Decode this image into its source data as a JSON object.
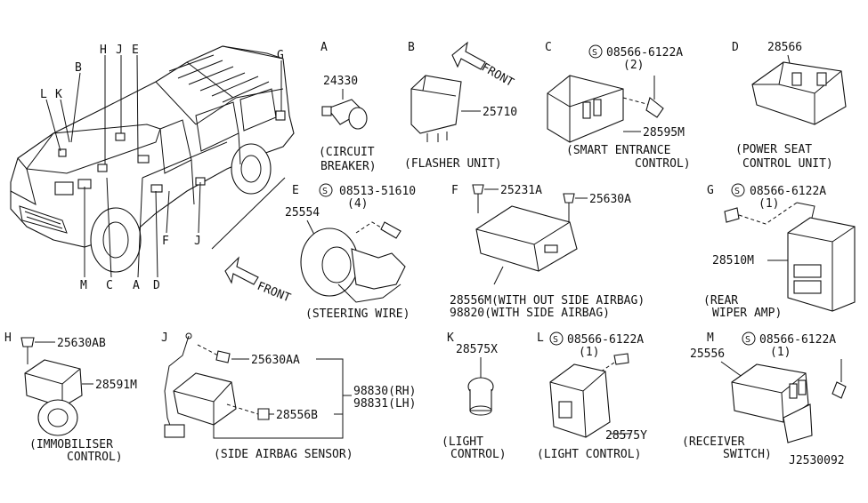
{
  "vehicle_letters": [
    "L",
    "K",
    "B",
    "H",
    "J",
    "E",
    "G",
    "M",
    "C",
    "A",
    "D",
    "F",
    "J"
  ],
  "sections": {
    "A": {
      "letter": "A",
      "part": "24330",
      "caption": [
        "(CIRCUIT",
        "BREAKER)"
      ]
    },
    "B": {
      "letter": "B",
      "part": "25710",
      "front": "FRONT",
      "caption": [
        "(FLASHER UNIT)"
      ]
    },
    "C": {
      "letter": "C",
      "screw": "08566-6122A",
      "qty": "(2)",
      "part": "28595M",
      "caption": [
        "(SMART ENTRANCE",
        "CONTROL)"
      ]
    },
    "D": {
      "letter": "D",
      "part": "28566",
      "caption": [
        "(POWER SEAT",
        "CONTROL UNIT)"
      ]
    },
    "E": {
      "letter": "E",
      "screw": "08513-51610",
      "qty": "(4)",
      "part": "25554",
      "front": "FRONT",
      "caption": [
        "(STEERING WIRE)"
      ]
    },
    "F": {
      "letter": "F",
      "part1": "25231A",
      "part2": "25630A",
      "line1": "28556M(WITH OUT SIDE AIRBAG)",
      "line2": "98820(WITH SIDE AIRBAG)"
    },
    "G": {
      "letter": "G",
      "screw": "08566-6122A",
      "qty": "(1)",
      "part": "28510M",
      "caption": [
        "(REAR",
        "WIPER AMP)"
      ]
    },
    "H": {
      "letter": "H",
      "part1": "25630AB",
      "part2": "28591M",
      "caption": [
        "(IMMOBILISER",
        "CONTROL)"
      ]
    },
    "J": {
      "letter": "J",
      "part1": "25630AA",
      "part2": "28556B",
      "rh": "98830(RH)",
      "lh": "98831(LH)",
      "caption": [
        "(SIDE AIRBAG SENSOR)"
      ]
    },
    "K": {
      "letter": "K",
      "part": "28575X",
      "caption": [
        "(LIGHT",
        "CONTROL)"
      ]
    },
    "L": {
      "letter": "L",
      "screw": "08566-6122A",
      "qty": "(1)",
      "part": "28575Y",
      "caption": [
        "(LIGHT CONTROL)"
      ]
    },
    "M": {
      "letter": "M",
      "screw": "08566-6122A",
      "qty": "(1)",
      "part": "25556",
      "caption": [
        "(RECEIVER",
        "SWITCH)"
      ]
    }
  },
  "screw_symbol": "S",
  "diagram_id": "J2530092"
}
